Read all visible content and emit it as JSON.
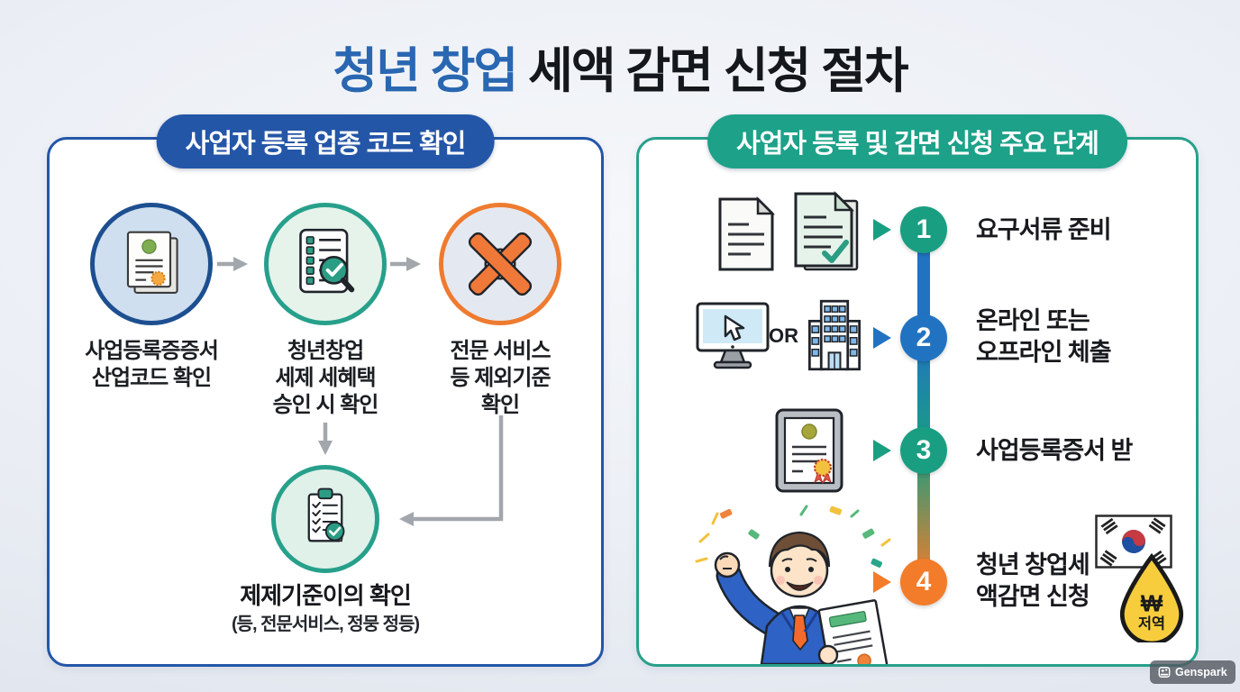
{
  "title": {
    "highlight": "청년 창업",
    "rest": " 세액 감면 신청 절차"
  },
  "left_panel": {
    "header": "사업자 등록 업종 코드 확인",
    "nodes": [
      {
        "icon": "business-certificate-icon",
        "lines": [
          "사업등록증증서",
          "산업코드 확인"
        ]
      },
      {
        "icon": "checklist-magnifier-icon",
        "lines": [
          "청년창업",
          "세제 세혜택",
          "승인 시 확인"
        ]
      },
      {
        "icon": "exclusion-x-icon",
        "lines": [
          "전문 서비스",
          "등 제외기준",
          "확인"
        ]
      }
    ],
    "result": {
      "icon": "clipboard-check-icon",
      "title": "제제기준이의 확인",
      "subtitle": "(등, 전문서비스, 정뭉 정등)"
    }
  },
  "right_panel": {
    "header": "사업자 등록 및 감면 신청 주요 단계",
    "or_label": "OR",
    "steps": [
      {
        "number": "1",
        "lines": [
          "요구서류 준비"
        ],
        "color": "#1a9e82",
        "icon": "documents-pair-icon"
      },
      {
        "number": "2",
        "lines": [
          "온라인 또는",
          "오프라인 체출"
        ],
        "color": "#2173c2",
        "icon": "monitor-and-building-icons"
      },
      {
        "number": "3",
        "lines": [
          "사업등록증서 받"
        ],
        "color": "#1a9e82",
        "icon": "framed-certificate-icon"
      },
      {
        "number": "4",
        "lines": [
          "청년 창업세",
          "액감면 신청"
        ],
        "color": "#f27c2a",
        "icon": "celebrating-man-illustration"
      }
    ],
    "badge": {
      "currency": "₩",
      "label": "저역",
      "flag": "korea-flag-icon",
      "coin": "tax-drop-coin-icon"
    }
  },
  "watermark": {
    "label": "Genspark"
  },
  "colors": {
    "background": "#e7ebf2",
    "title_accent": "#2a67b1",
    "title_text": "#14171b",
    "left_panel_border": "#2456a8",
    "left_header_bg": "#2456a8",
    "right_panel_border": "#27a08b",
    "right_header_bg": "#1da189",
    "node1_border": "#1d4f90",
    "node2_border": "#27a08b",
    "node3_border": "#ee7b30",
    "arrow_gray": "#a2a7ad",
    "step1_color": "#1a9e82",
    "step2_color": "#2173c2",
    "step3_color": "#1a9e82",
    "step4_color": "#f27c2a",
    "coin_fill": "#f7cd3d"
  }
}
